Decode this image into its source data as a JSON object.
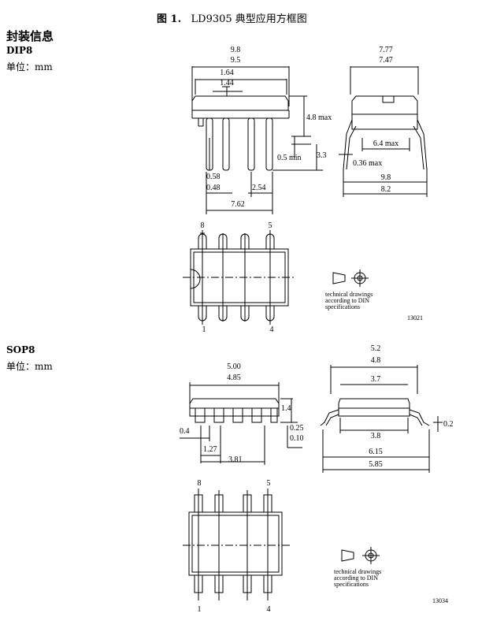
{
  "figure": {
    "caption_label": "图 1.",
    "caption_text": "LD9305 典型应用方框图"
  },
  "section_title": "封装信息",
  "dip8": {
    "name": "DIP8",
    "unit": "单位：mm",
    "side": {
      "len_max": "9.8",
      "len_min": "9.5",
      "p1": "1.64",
      "p2": "1.44",
      "h_max": "4.8 max",
      "lead_min": "0.5 min",
      "h2": "3.3",
      "lw1": "0.58",
      "lw2": "0.48",
      "pitch": "2.54",
      "span": "7.62"
    },
    "end": {
      "w_max": "7.77",
      "w_min": "7.47",
      "body": "6.4 max",
      "t": "0.36 max",
      "sp_max": "9.8",
      "sp_min": "8.2"
    },
    "top": {
      "pin8": "8",
      "pin5": "5",
      "pin1": "1",
      "pin4": "4"
    },
    "note": [
      "technical drawings",
      "according to DIN",
      "specifications"
    ],
    "code": "13021"
  },
  "sop8": {
    "name": "SOP8",
    "unit": "单位：mm",
    "side": {
      "len": "5.00",
      "len2": "4.85",
      "h": "1.4",
      "w": "0.4",
      "t1": "0.25",
      "t2": "0.10",
      "pitch": "1.27",
      "span": "3.81"
    },
    "end": {
      "w1": "5.2",
      "w2": "4.8",
      "b1": "3.7",
      "b2": "3.8",
      "e1": "6.15",
      "e2": "5.85",
      "k": "0.2"
    },
    "top": {
      "pin8": "8",
      "pin5": "5",
      "pin1": "1",
      "pin4": "4"
    },
    "note": [
      "technical drawings",
      "according to DIN",
      "specifications"
    ],
    "code": "13034"
  }
}
